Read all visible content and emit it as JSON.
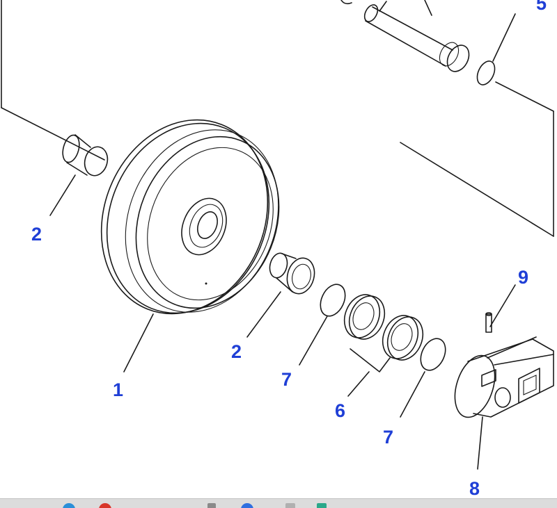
{
  "labels": {
    "idler": "1",
    "bushing_left": "2",
    "bushing_right": "2",
    "shaft_o_ring": "5",
    "floating_seal": "6",
    "o_ring_left": "7",
    "o_ring_right": "7",
    "support": "8",
    "pin": "9"
  },
  "colors": {
    "label": "#1f3fd6",
    "line": "#1a1a1a",
    "background": "#ffffff",
    "taskbar": "#dcdcdc"
  },
  "taskbar": {
    "icons": [
      "app-icon-blue",
      "app-icon-red",
      "app-icon-gray",
      "app-icon-blue-2",
      "app-icon-gray-2",
      "app-icon-teal"
    ]
  }
}
